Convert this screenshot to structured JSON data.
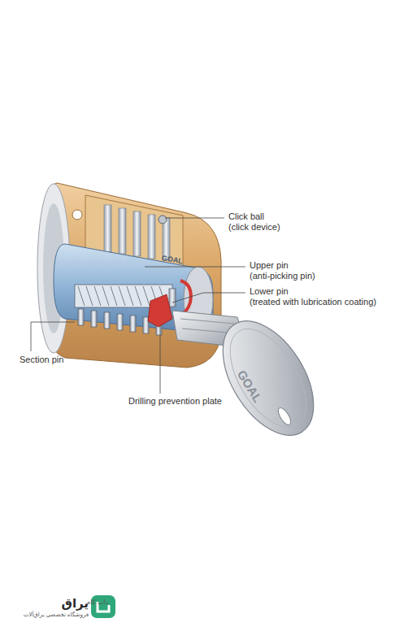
{
  "diagram": {
    "labels": [
      "Click ball",
      "(click device)",
      "Upper pin",
      "(anti-picking pin)",
      "Lower pin",
      "(treated with lubrication coating)",
      "Section pin",
      "Drilling prevention plate",
      "GOAL",
      "GOAL",
      "یراق",
      "دات کام",
      "فروشگاه تخصصی یراق‌آلات"
    ]
  }
}
